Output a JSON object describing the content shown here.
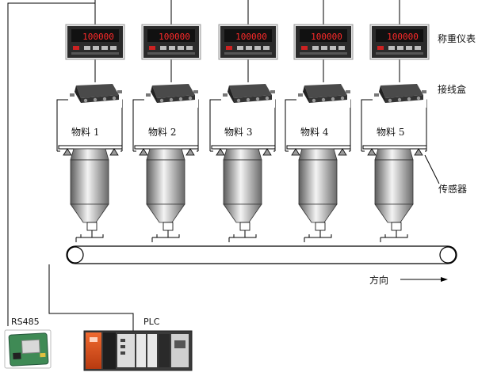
{
  "labels": {
    "indicator": "称重仪表",
    "junction_box": "接线盒",
    "sensor": "传感器",
    "direction": "方向",
    "rs485": "RS485",
    "plc": "PLC"
  },
  "display_reading": "100000",
  "silos": [
    {
      "material": "物料 1"
    },
    {
      "material": "物料 2"
    },
    {
      "material": "物料 3"
    },
    {
      "material": "物料 4"
    },
    {
      "material": "物料 5"
    }
  ],
  "colors": {
    "line": "#000000",
    "indicator_body": "#2b2b2b",
    "display_red": "#ff2a2a",
    "silo_dark": "#6e6e6e",
    "silo_light": "#f2f2f2",
    "plc_orange": "#e0551f",
    "board_green": "#3a7a4a"
  }
}
